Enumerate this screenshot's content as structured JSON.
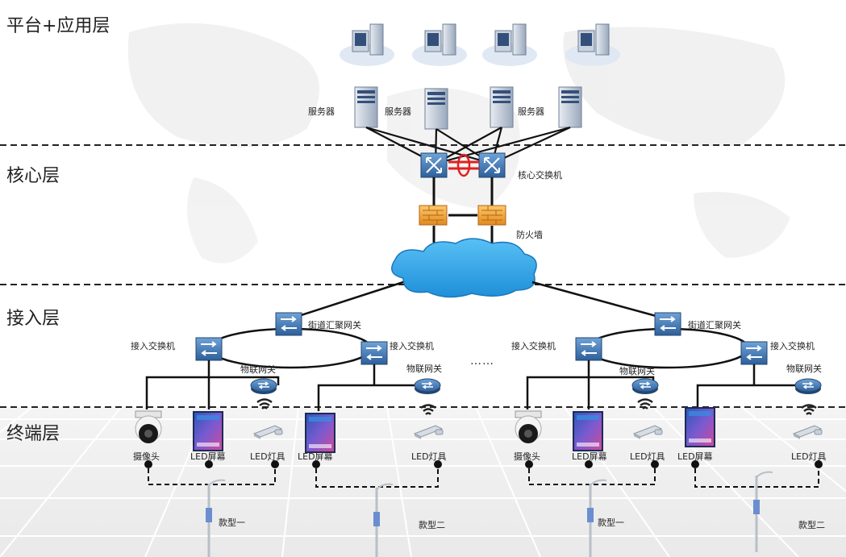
{
  "layers": {
    "platform": "平台+应用层",
    "core": "核心层",
    "access": "接入层",
    "terminal": "终端层"
  },
  "platform": {
    "server_label": "服务器"
  },
  "core": {
    "core_switch_label": "核心交换机",
    "firewall_label": "防火墙"
  },
  "access": {
    "aggregation_gateway_label": "街道汇聚网关",
    "access_switch_label": "接入交换机",
    "iot_gateway_label": "物联网关",
    "ellipsis": "……"
  },
  "terminal": {
    "camera_label": "摄像头",
    "led_screen_label": "LED屏幕",
    "led_light_label": "LED灯具",
    "model_one_label": "款型一",
    "model_two_label": "款型二"
  },
  "colors": {
    "switch_blue": "#3a73b0",
    "firewall_orange": "#f0a640",
    "cloud_blue": "#3aa0e0",
    "link_red": "#e02020",
    "divider": "#222222"
  }
}
